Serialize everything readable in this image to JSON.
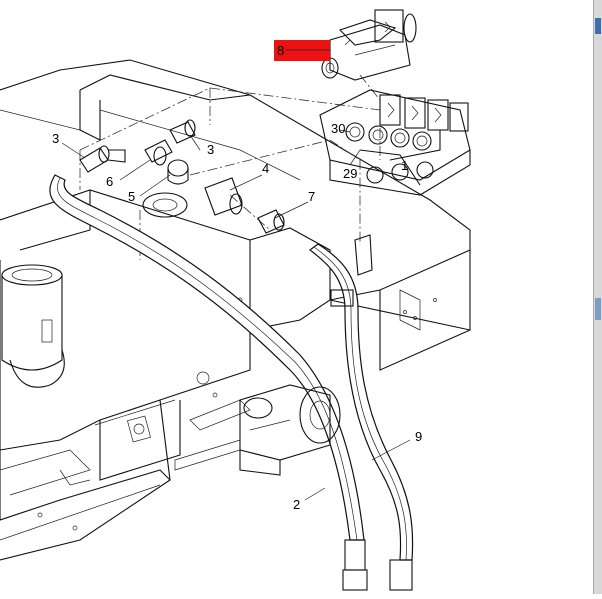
{
  "diagram": {
    "callouts": [
      {
        "id": "c8",
        "label": "8",
        "highlighted": true
      },
      {
        "id": "c3a",
        "label": "3"
      },
      {
        "id": "c3b",
        "label": "3"
      },
      {
        "id": "c30",
        "label": "30"
      },
      {
        "id": "c1",
        "label": "1"
      },
      {
        "id": "c29",
        "label": "29"
      },
      {
        "id": "c6",
        "label": "6"
      },
      {
        "id": "c4",
        "label": "4"
      },
      {
        "id": "c5",
        "label": "5"
      },
      {
        "id": "c7",
        "label": "7"
      },
      {
        "id": "c9",
        "label": "9"
      },
      {
        "id": "c2",
        "label": "2"
      }
    ],
    "highlight_color": "#ee1111",
    "edge_marker_colors": [
      "#3a6fb0",
      "#7f9cc4"
    ]
  }
}
